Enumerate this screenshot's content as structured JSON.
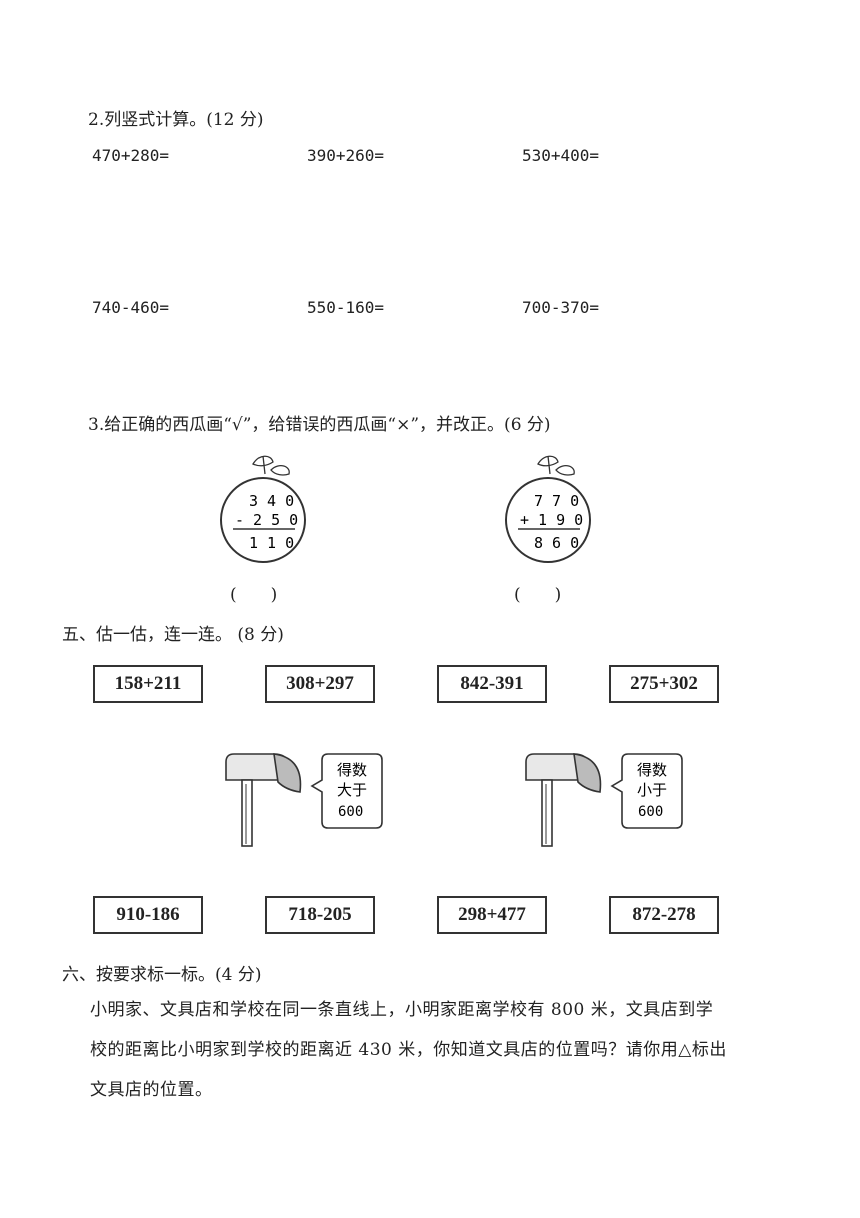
{
  "q2": {
    "title": "2.列竖式计算。(12 分)",
    "problems": [
      "470+280=",
      "390+260=",
      "530+400=",
      "740-460=",
      "550-160=",
      "700-370="
    ]
  },
  "q3": {
    "title": "3.给正确的西瓜画“√”，给错误的西瓜画“×”，并改正。(6 分)",
    "melon1": {
      "top": "3 4 0",
      "op": "- 2 5 0",
      "result": "1 1 0",
      "answer": "(　　)"
    },
    "melon2": {
      "top": "7 7 0",
      "op": "+ 1 9 0",
      "result": "8 6 0",
      "answer": "(　　)"
    }
  },
  "q5": {
    "title": "五、估一估，连一连。 (8 分)",
    "top_boxes": [
      "158+211",
      "308+297",
      "842-391",
      "275+302"
    ],
    "bottom_boxes": [
      "910-186",
      "718-205",
      "298+477",
      "872-278"
    ],
    "mailbox1": {
      "line1": "得数",
      "line2": "大于",
      "line3": "600"
    },
    "mailbox2": {
      "line1": "得数",
      "line2": "小于",
      "line3": "600"
    }
  },
  "q6": {
    "title": "六、按要求标一标。(4 分)",
    "line1": "小明家、文具店和学校在同一条直线上，小明家距离学校有 800 米，文具店到学",
    "line2": "校的距离比小明家到学校的距离近 430 米，你知道文具店的位置吗？请你用△标出",
    "line3": "文具店的位置。"
  }
}
